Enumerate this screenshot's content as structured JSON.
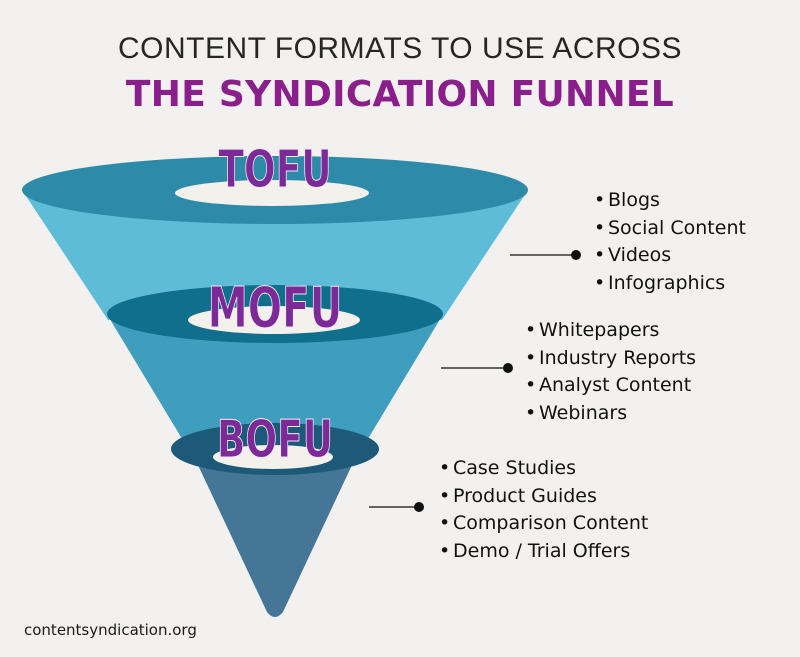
{
  "title": {
    "line1": "CONTENT FORMATS TO USE ACROSS",
    "line2": "THE SYNDICATION FUNNEL"
  },
  "colors": {
    "title_accent": "#8a1f8c",
    "stage_label": "#7b2a98",
    "tofu_body": "#5fbcd8",
    "tofu_rim": "#2d8aa8",
    "mofu_body": "#3f9dbd",
    "mofu_rim": "#0f6f8c",
    "bofu_body": "#457597",
    "bofu_rim": "#1d5a7a",
    "hole": "#f3f1ec",
    "background": "#f2f1ef"
  },
  "stages": [
    {
      "label": "TOFU",
      "items": [
        "Blogs",
        "Social Content",
        "Videos",
        "Infographics"
      ]
    },
    {
      "label": "MOFU",
      "items": [
        "Whitepapers",
        "Industry Reports",
        "Analyst Content",
        "Webinars"
      ]
    },
    {
      "label": "BOFU",
      "items": [
        "Case Studies",
        "Product Guides",
        "Comparison Content",
        "Demo / Trial Offers"
      ]
    }
  ],
  "bullet": "•",
  "footer": "contentsyndication.org"
}
